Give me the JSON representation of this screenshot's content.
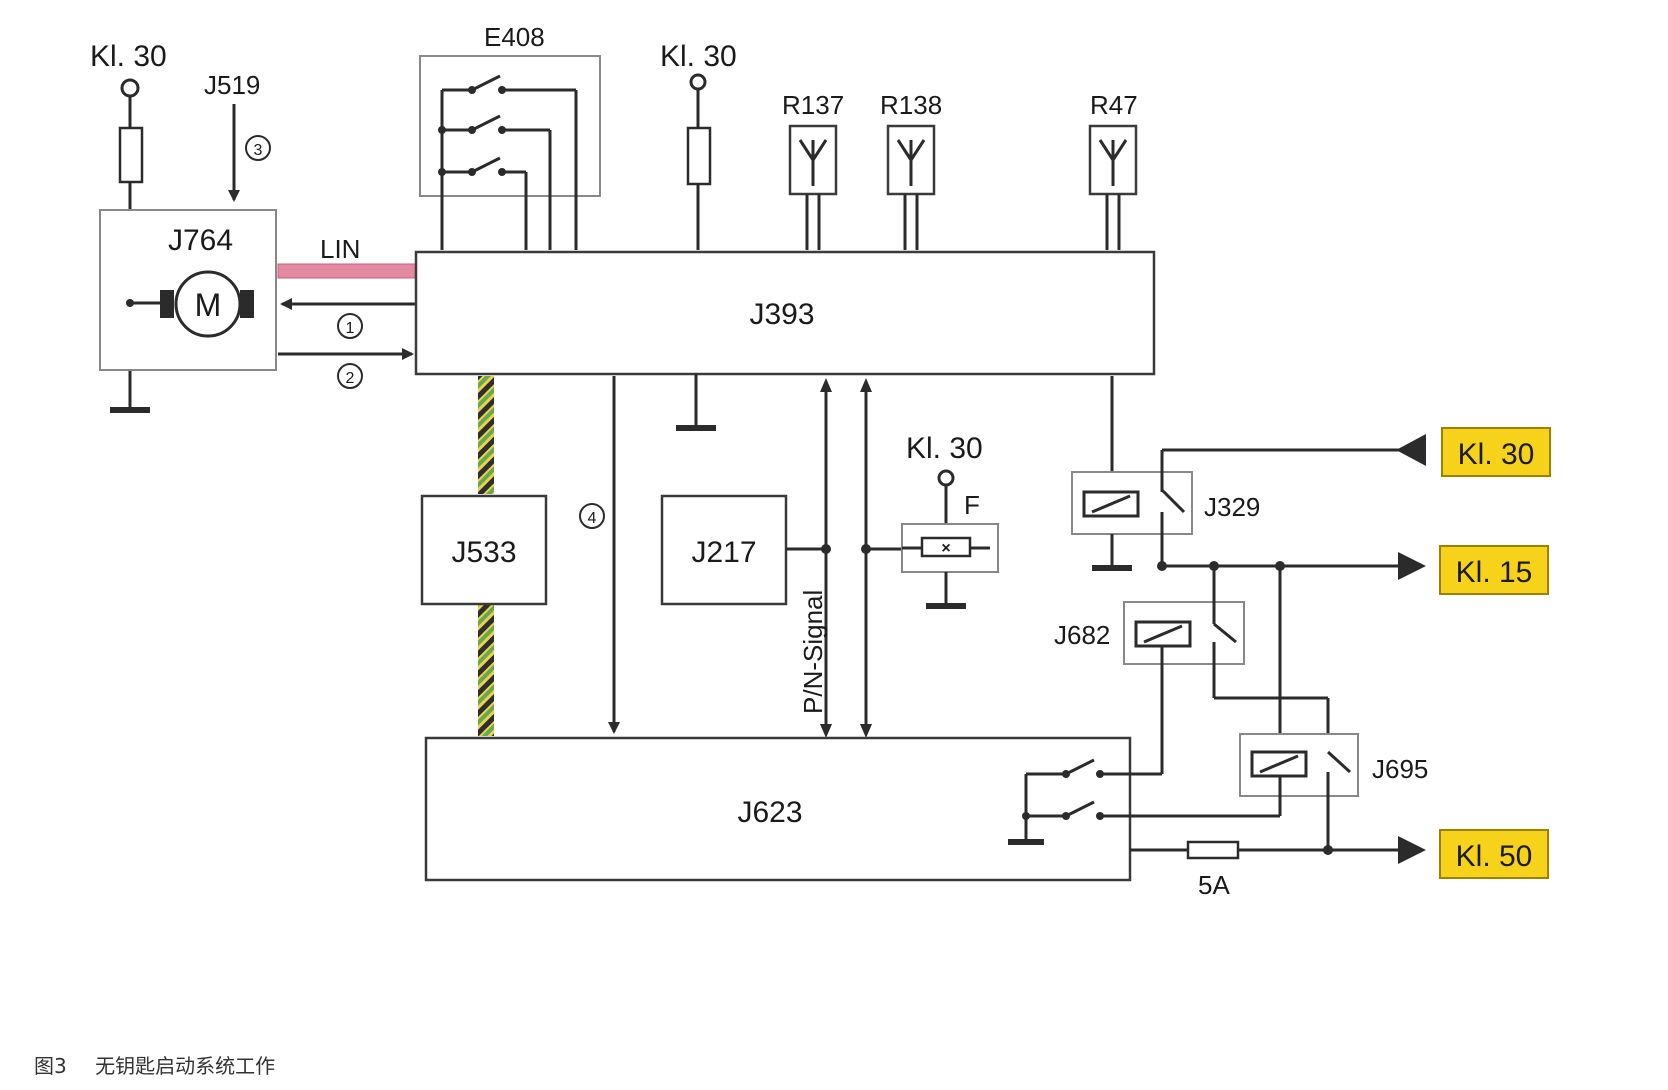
{
  "labels": {
    "kl30_left": "Kl. 30",
    "j519": "J519",
    "e408": "E408",
    "kl30_mid": "Kl. 30",
    "r137": "R137",
    "r138": "R138",
    "r47": "R47",
    "j764": "J764",
    "motor": "M",
    "lin": "LIN",
    "j393": "J393",
    "j533": "J533",
    "j217": "J217",
    "pn_signal": "P/N-Signal",
    "kl30_lower": "Kl. 30",
    "f": "F",
    "j329": "J329",
    "j682": "J682",
    "j695": "J695",
    "j623": "J623",
    "fuse_5a": "5A",
    "circle_1": "1",
    "circle_2": "2",
    "circle_3": "3",
    "circle_4": "4"
  },
  "terminals": {
    "kl30": "Kl. 30",
    "kl15": "Kl. 15",
    "kl50": "Kl. 50"
  },
  "caption": {
    "figure": "图3",
    "title": "无钥匙启动系统工作"
  },
  "colors": {
    "lin_bus": "#e38aa0",
    "can_green": "#6aa84f",
    "can_yellow": "#e8d44d",
    "terminal_fill": "#f6d21b",
    "terminal_border": "#a08000",
    "wire": "#2b2b2b"
  }
}
